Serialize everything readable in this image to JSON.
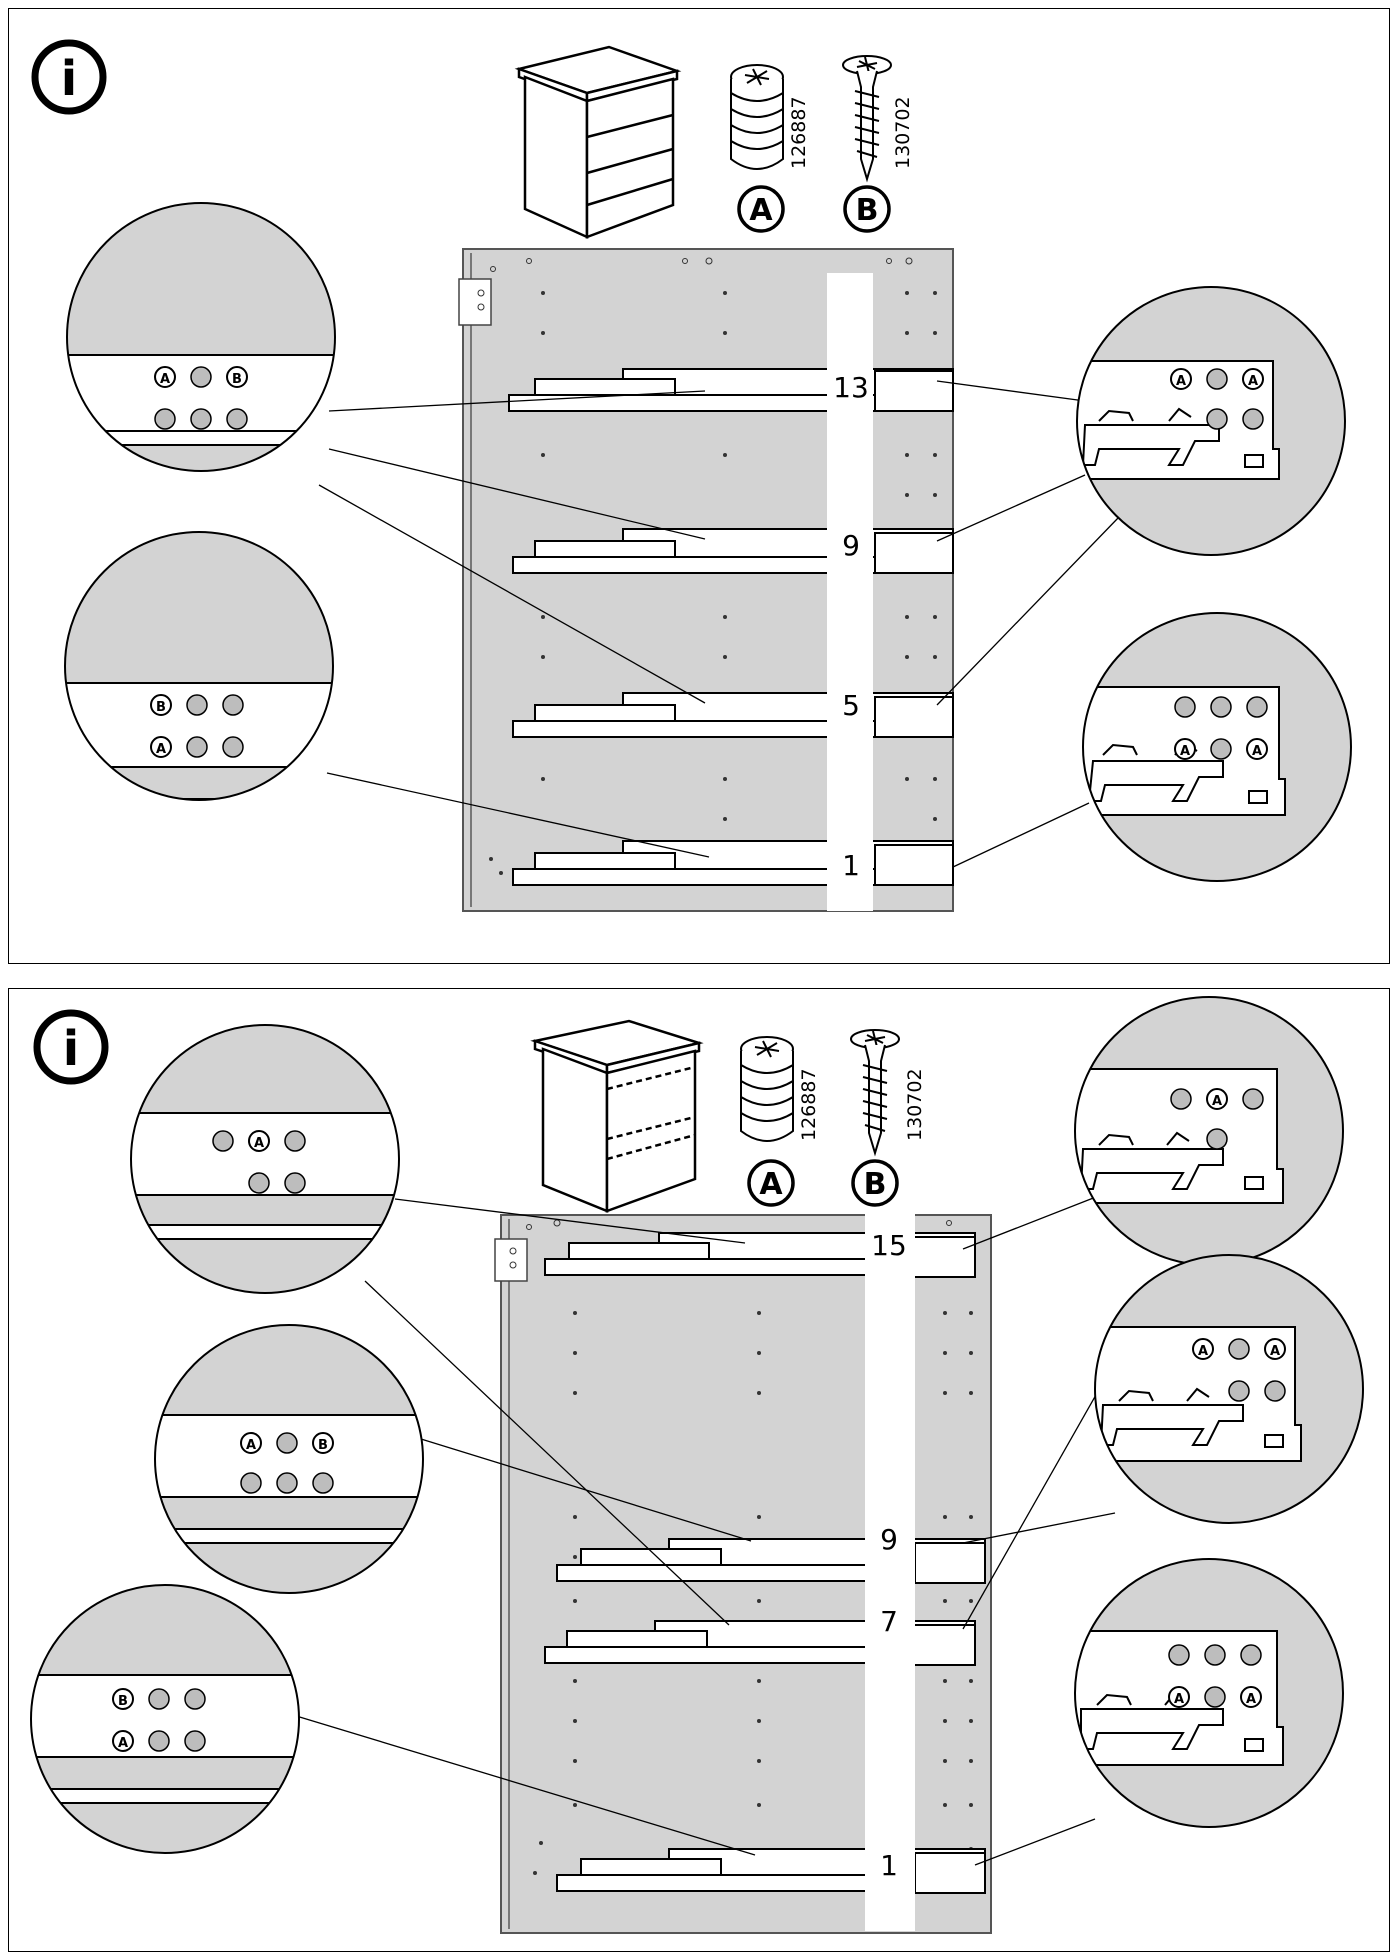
{
  "panels": [
    {
      "info_glyph": "i",
      "part_a_number": "126887",
      "part_b_number": "130702",
      "part_a_letter": "A",
      "part_b_letter": "B",
      "positions": [
        "13",
        "9",
        "5",
        "1"
      ],
      "details": [
        {
          "row1": [
            "A",
            "",
            "B"
          ],
          "row2": [
            "",
            "",
            ""
          ]
        },
        {
          "row1": [
            "B",
            "",
            ""
          ],
          "row2": [
            "A",
            "",
            ""
          ]
        },
        {
          "row1": [
            "A",
            "",
            "A"
          ],
          "row2": [
            "",
            "",
            ""
          ]
        },
        {
          "row1": [
            "",
            "",
            ""
          ],
          "row2": [
            "",
            "A",
            "A"
          ]
        }
      ]
    },
    {
      "info_glyph": "i",
      "part_a_number": "126887",
      "part_b_number": "130702",
      "part_a_letter": "A",
      "part_b_letter": "B",
      "positions": [
        "15",
        "9",
        "7",
        "1"
      ],
      "details": [
        {
          "row1": [
            "",
            "A",
            ""
          ],
          "row2": [
            "",
            ""
          ]
        },
        {
          "row1": [
            "A",
            "",
            "B"
          ],
          "row2": [
            "",
            "",
            ""
          ]
        },
        {
          "row1": [
            "B",
            "",
            ""
          ],
          "row2": [
            "A",
            "",
            ""
          ]
        },
        {
          "row1": [
            "",
            "A",
            ""
          ],
          "row2": [
            ""
          ]
        },
        {
          "row1": [
            "A",
            "",
            "A"
          ],
          "row2": [
            "",
            ""
          ]
        },
        {
          "row1": [
            "",
            "",
            ""
          ],
          "row2": [
            "A",
            "",
            "A"
          ]
        }
      ]
    }
  ]
}
